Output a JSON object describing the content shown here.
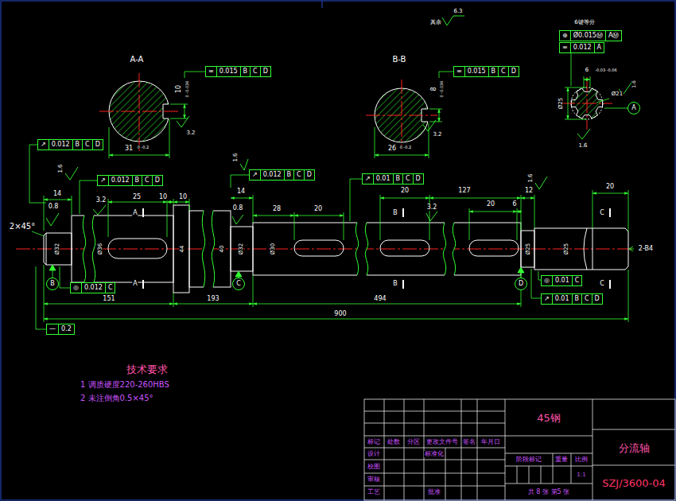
{
  "diagram": {
    "nodes": [
      {
        "text": [
          "≡",
          "0.015",
          "B",
          "C",
          "D"
        ]
      },
      {
        "text": [
          "≡",
          "0.015",
          "B",
          "C",
          "D"
        ]
      },
      {
        "text": [
          "⊕",
          "Ø0.015Ⓜ",
          "AⓂ"
        ]
      },
      {
        "text": [
          "≡",
          "0.012",
          "A"
        ]
      },
      {
        "text": [
          "↗",
          "0.012",
          "B",
          "C",
          "D"
        ]
      },
      {
        "text": [
          "↗",
          "0.012",
          "B",
          "C",
          "D"
        ]
      },
      {
        "text": [
          "↗",
          "0.012",
          "B",
          "C",
          "D"
        ]
      },
      {
        "text": [
          "↗",
          "0.01",
          "B",
          "C",
          "D"
        ]
      },
      {
        "text": [
          "◎",
          "0.012",
          "C"
        ]
      },
      {
        "text": [
          "◎",
          "0.01",
          "C"
        ]
      },
      {
        "text": [
          "↗",
          "0.01",
          "B",
          "C",
          "D"
        ]
      },
      {
        "text": [
          "—",
          "0.2"
        ]
      },
      {
        "text": [
          "B"
        ]
      },
      {
        "text": [
          "C"
        ]
      },
      {
        "text": [
          "D"
        ]
      },
      {
        "text": [
          "A"
        ]
      }
    ],
    "labels": [
      "A-A",
      "B-B",
      "10",
      "0 -0.036",
      "3.2",
      "31",
      "0 -0.2",
      "8",
      "0 -0.036",
      "3.2",
      "26",
      "0 -0.2",
      "其余",
      "6.3",
      "6键等分",
      "6",
      "-0.03 -0.06",
      "Ø21",
      "Ø25",
      "1.6",
      "1.6",
      "2×45°",
      "14",
      "0.8",
      "3.2",
      "25",
      "10",
      "10",
      "1.6",
      "Ø32",
      "Ø36",
      "44",
      "40",
      "14",
      "0.8",
      "1.6",
      "Ø32",
      "Ø30",
      "28",
      "20",
      "20",
      "127",
      "20",
      "6",
      "12",
      "1.6",
      "3.2",
      "Ø25",
      "Ø25",
      "20",
      "2-B4",
      "A",
      "A",
      "B",
      "B",
      "C",
      "C",
      "151",
      "193",
      "494",
      "900",
      "技术要求",
      "1 调质硬度220-260HBS",
      "2 未注倒角0.5×45°",
      "标记",
      "处数",
      "分区",
      "更改文件号",
      "签名",
      "年月日",
      "设计",
      "标准化",
      "校图",
      "审核",
      "工艺",
      "批准",
      "45钢",
      "阶段标记",
      "重量",
      "比例",
      "1:1",
      "共 8 张 第5 张",
      "分流轴",
      "SZJ/3600-04"
    ]
  }
}
